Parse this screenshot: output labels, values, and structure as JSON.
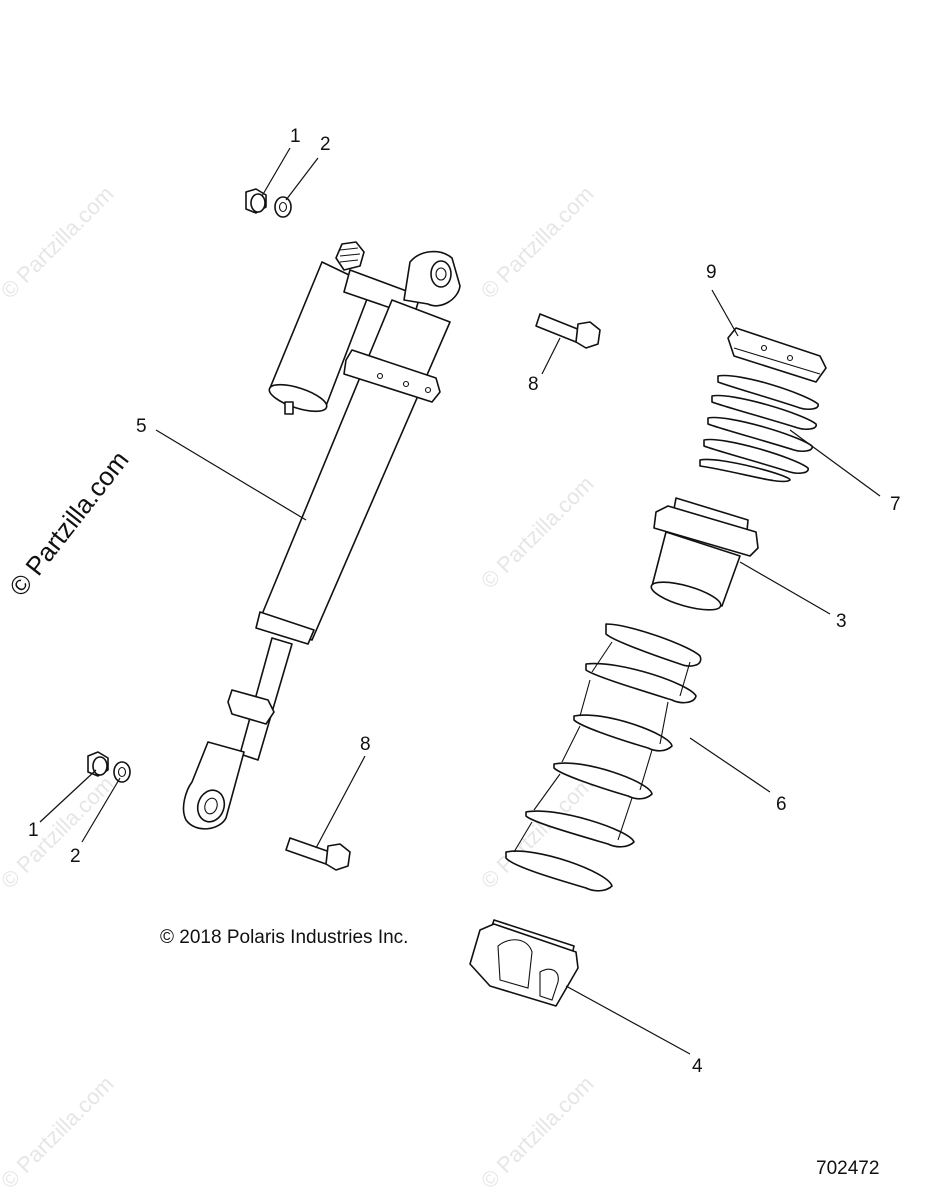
{
  "callouts": {
    "c1_top": "1",
    "c2_top": "2",
    "c9": "9",
    "c8_top": "8",
    "c5": "5",
    "c7": "7",
    "c3": "3",
    "c6": "6",
    "c8_bottom": "8",
    "c1_bottom": "1",
    "c2_bottom": "2",
    "c4": "4"
  },
  "watermark": {
    "main": "© Partzilla.com",
    "faint": "© Partzilla.com"
  },
  "copyright": "© 2018 Polaris Industries Inc.",
  "doc_number": "702472"
}
